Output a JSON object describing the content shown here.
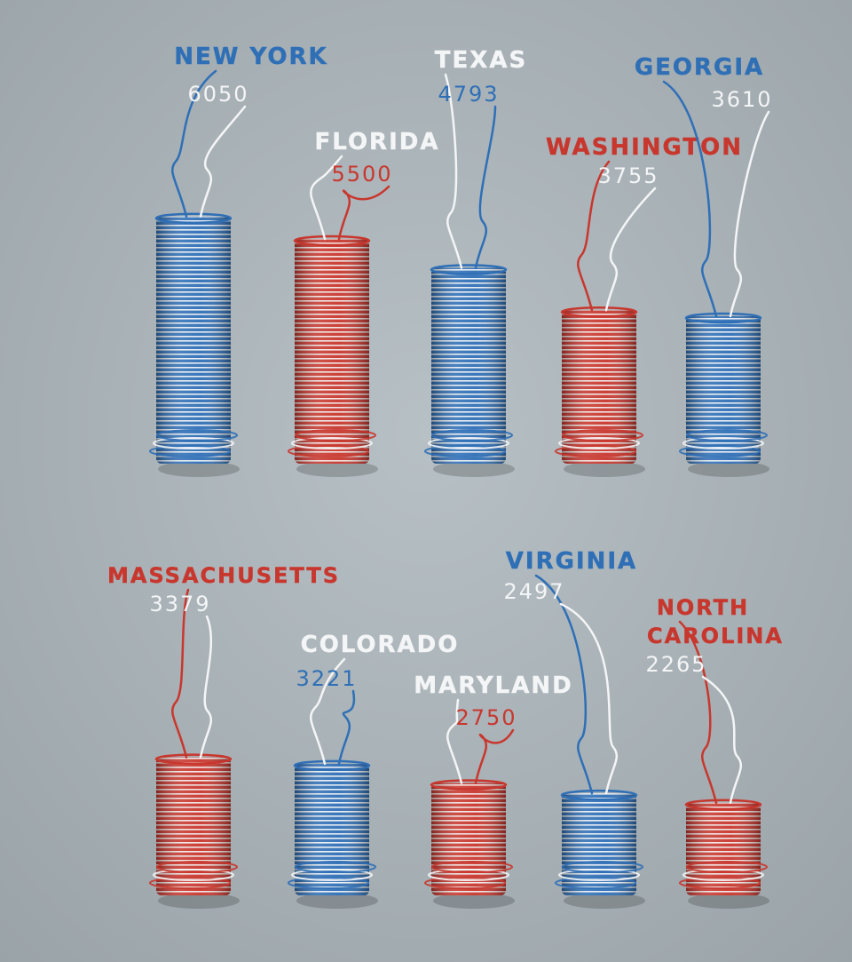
{
  "chart_data": {
    "type": "bar",
    "title": "",
    "xlabel": "",
    "ylabel": "",
    "categories": [
      "NEW YORK",
      "FLORIDA",
      "TEXAS",
      "WASHINGTON",
      "GEORGIA",
      "MASSACHUSETTS",
      "COLORADO",
      "MARYLAND",
      "VIRGINIA",
      "NORTH CAROLINA"
    ],
    "values": [
      6050,
      5500,
      4793,
      3755,
      3610,
      3379,
      3221,
      2750,
      2497,
      2265
    ],
    "value_labels": [
      "6050",
      "5500",
      "4793",
      "3755",
      "3610",
      "3379",
      "3221",
      "2750",
      "2497",
      "2265"
    ],
    "bar_colors": [
      "blue",
      "red",
      "blue",
      "red",
      "blue",
      "red",
      "blue",
      "red",
      "blue",
      "red"
    ],
    "name_label_colors": [
      "blue",
      "white",
      "white",
      "red",
      "blue",
      "red",
      "white",
      "white",
      "blue",
      "red"
    ],
    "value_label_colors": [
      "white",
      "red",
      "blue",
      "white",
      "white",
      "white",
      "blue",
      "red",
      "white",
      "white"
    ],
    "rows": 2
  },
  "colors": {
    "background": "#a9b2b7",
    "blue": "#2f6fb6",
    "red": "#c8372e",
    "white": "#f4f5f6"
  }
}
